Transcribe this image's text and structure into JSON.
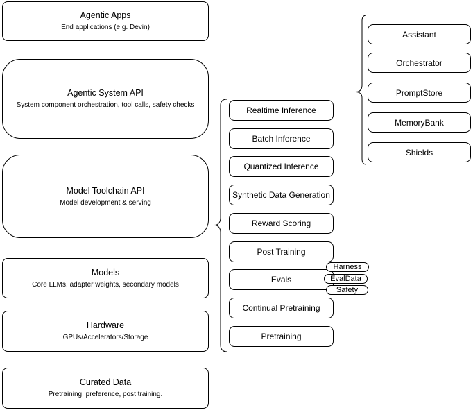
{
  "diagram": {
    "stack": [
      {
        "title": "Agentic Apps",
        "subtitle": "End applications (e.g. Devin)"
      },
      {
        "title": "Agentic System API",
        "subtitle": "System component orchestration, tool calls, safety checks"
      },
      {
        "title": "Model Toolchain API",
        "subtitle": "Model development & serving"
      },
      {
        "title": "Models",
        "subtitle": "Core LLMs, adapter weights, secondary models"
      },
      {
        "title": "Hardware",
        "subtitle": "GPUs/Accelerators/Storage"
      },
      {
        "title": "Curated Data",
        "subtitle": "Pretraining, preference, post training."
      }
    ],
    "toolchain_components": [
      "Realtime Inference",
      "Batch Inference",
      "Quantized Inference",
      "Synthetic Data Generation",
      "Reward Scoring",
      "Post Training",
      "Evals",
      "Continual Pretraining",
      "Pretraining"
    ],
    "evals_tags": [
      "Harness",
      "EvalData",
      "Safety"
    ],
    "system_components": [
      "Assistant",
      "Orchestrator",
      "PromptStore",
      "MemoryBank",
      "Shields"
    ],
    "colors": {
      "stroke": "#000000",
      "fill": "#ffffff",
      "text": "#000000",
      "background": "#ffffff"
    }
  }
}
